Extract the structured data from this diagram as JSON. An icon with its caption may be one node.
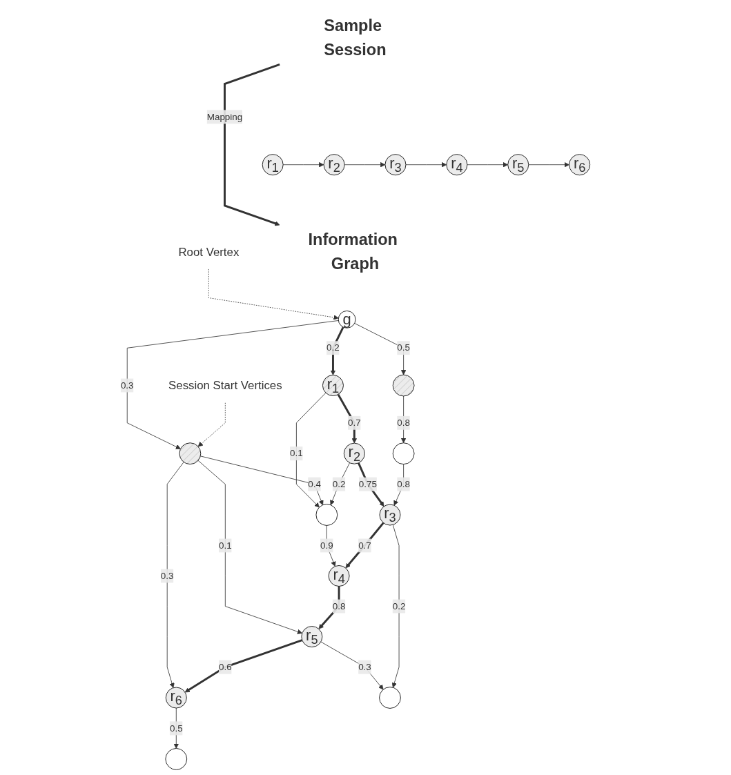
{
  "diagram": {
    "nodes": [
      {
        "text": [
          "Sample Session"
        ]
      },
      {
        "text": [
          "r$_{1}$"
        ]
      },
      {
        "text": [
          "r$_{2}$"
        ]
      },
      {
        "text": [
          "r$_{3}$"
        ]
      },
      {
        "text": [
          "r$_{4}$"
        ]
      },
      {
        "text": [
          "r$_{5}$"
        ]
      },
      {
        "text": [
          "r$_{6}$"
        ]
      },
      {
        "text": [
          "Information Graph"
        ]
      },
      {
        "text": [
          "g"
        ]
      },
      {
        "text": [],
        "shape": "circle"
      },
      {
        "text": [
          "r$_{1}$"
        ]
      },
      {
        "text": [],
        "shape": "circle"
      },
      {
        "text": [],
        "shape": "circle"
      },
      {
        "text": [
          "r$_{2}$"
        ]
      },
      {
        "text": [],
        "shape": "circle"
      },
      {
        "text": [
          "r$_{6}$"
        ]
      },
      {
        "text": [
          "r$_{4}$"
        ]
      },
      {
        "text": [
          "r$_{5}$"
        ]
      },
      {
        "text": [
          "r$_{3}$"
        ]
      },
      {
        "text": [],
        "shape": "circle"
      },
      {
        "text": [],
        "shape": "circle"
      },
      {
        "text": [
          "Root Vertex"
        ]
      },
      {
        "text": [
          "Session Start Vertices"
        ]
      }
    ],
    "edges": [
      {
        "from": 1,
        "to": 2,
        "arrow": "to"
      },
      {
        "from": 2,
        "to": 3,
        "arrow": "to"
      },
      {
        "from": 3,
        "to": 4,
        "arrow": "to"
      },
      {
        "from": 4,
        "to": 5,
        "arrow": "to"
      },
      {
        "from": 5,
        "to": 6,
        "arrow": "to"
      },
      {
        "from": 0,
        "to": 7,
        "arrow": "to",
        "label": "Mapping",
        "style": "thick"
      },
      {
        "from": 21,
        "to": 8,
        "arrow": "to",
        "style": "dashed"
      },
      {
        "from": 8,
        "to": 9,
        "arrow": "to",
        "label": "0.5"
      },
      {
        "from": 8,
        "to": 10,
        "arrow": "to",
        "label": "0.2",
        "style": "thick"
      },
      {
        "from": 8,
        "to": 11,
        "arrow": "to",
        "label": "0.3"
      },
      {
        "from": 22,
        "to": 11,
        "arrow": "to",
        "style": "dashed"
      },
      {
        "from": 9,
        "to": 12,
        "arrow": "to",
        "label": "0.8"
      },
      {
        "from": 10,
        "to": 13,
        "arrow": "to",
        "label": "0.7",
        "style": "thick"
      },
      {
        "from": 10,
        "to": 14,
        "arrow": "to",
        "label": "0.1"
      },
      {
        "from": 11,
        "to": 14,
        "arrow": "to",
        "label": "0.4"
      },
      {
        "from": 11,
        "to": 17,
        "arrow": "to",
        "label": "0.1"
      },
      {
        "from": 11,
        "to": 15,
        "arrow": "to",
        "label": "0.3"
      },
      {
        "from": 13,
        "to": 14,
        "arrow": "to",
        "label": "0.2"
      },
      {
        "from": 14,
        "to": 16,
        "arrow": "to",
        "label": "0.9"
      },
      {
        "from": 13,
        "to": 18,
        "arrow": "to",
        "label": "0.75",
        "style": "thick"
      },
      {
        "from": 12,
        "to": 18,
        "arrow": "to",
        "label": "0.8"
      },
      {
        "from": 18,
        "to": 16,
        "arrow": "to",
        "label": "0.7",
        "style": "thick"
      },
      {
        "from": 16,
        "to": 17,
        "arrow": "to",
        "label": "0.8",
        "style": "thick"
      },
      {
        "from": 17,
        "to": 15,
        "arrow": "to",
        "label": "0.6",
        "style": "thick"
      },
      {
        "from": 15,
        "to": 19,
        "arrow": "to",
        "label": "0.5"
      },
      {
        "from": 17,
        "to": 20,
        "arrow": "to",
        "label": "0.3"
      },
      {
        "from": 18,
        "to": 20,
        "arrow": "to",
        "label": "0.2"
      }
    ]
  }
}
